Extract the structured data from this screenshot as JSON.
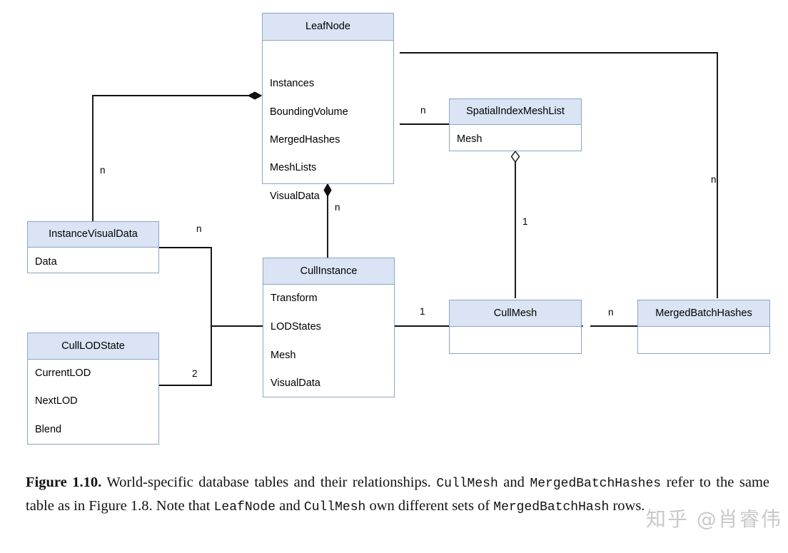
{
  "figure": {
    "diagram_type": "uml-class-diagram",
    "colors": {
      "box_header_fill": "#dae4f4",
      "box_border": "#8ca5c4",
      "box_body_fill": "#ffffff",
      "connector": "#000000",
      "watermark": "#c9c9c9"
    },
    "boxes": [
      {
        "id": "leafnode",
        "title": "LeafNode",
        "fields": [
          "Instances",
          "BoundingVolume",
          "MergedHashes",
          "MeshLists",
          "VisualData"
        ]
      },
      {
        "id": "spatialindexmeshlist",
        "title": "SpatialIndexMeshList",
        "fields": [
          "Mesh"
        ]
      },
      {
        "id": "instancevisualdata",
        "title": "InstanceVisualData",
        "fields": [
          "Data"
        ]
      },
      {
        "id": "cullinstance",
        "title": "CullInstance",
        "fields": [
          "Transform",
          "LODStates",
          "Mesh",
          "VisualData"
        ]
      },
      {
        "id": "culllodstate",
        "title": "CullLODState",
        "fields": [
          "CurrentLOD",
          "NextLOD",
          "Blend"
        ]
      },
      {
        "id": "cullmesh",
        "title": "CullMesh",
        "fields": []
      },
      {
        "id": "mergedbatchhashes",
        "title": "MergedBatchHashes",
        "fields": []
      }
    ],
    "edges": [
      {
        "id": "instancevisualdata-leafnode",
        "from": "InstanceVisualData",
        "to": "LeafNode",
        "multiplicity": "n",
        "end_marker": "filled-diamond"
      },
      {
        "id": "cullinstance-leafnode",
        "from": "CullInstance",
        "to": "LeafNode",
        "multiplicity": "n",
        "end_marker": "filled-diamond"
      },
      {
        "id": "spatialindexmeshlist-leafnode",
        "from": "SpatialIndexMeshList",
        "to": "LeafNode",
        "multiplicity": "n",
        "end_marker": "filled-diamond"
      },
      {
        "id": "mergedbatchhashes-leafnode",
        "from": "MergedBatchHashes",
        "to": "LeafNode",
        "multiplicity": "n",
        "end_marker": "filled-diamond"
      },
      {
        "id": "cullmesh-spatialindexmeshlist",
        "from": "CullMesh",
        "to": "SpatialIndexMeshList",
        "multiplicity": "1",
        "end_marker": "hollow-diamond"
      },
      {
        "id": "cullinstance-cullmesh",
        "from": "CullInstance",
        "to": "CullMesh",
        "multiplicity": "1",
        "end_marker": "none"
      },
      {
        "id": "mergedbatchhashes-cullmesh",
        "from": "MergedBatchHashes",
        "to": "CullMesh",
        "multiplicity": "n",
        "end_marker": "filled-diamond"
      },
      {
        "id": "instancevisualdata-cullinstance",
        "from": "InstanceVisualData",
        "to": "CullInstance",
        "multiplicity": "n",
        "end_marker": "none"
      },
      {
        "id": "culllodstate-cullinstance",
        "from": "CullLODState",
        "to": "CullInstance",
        "multiplicity": "2",
        "end_marker": "none"
      }
    ],
    "edge_labels": {
      "instancevisualdata_leafnode": "n",
      "cullinstance_leafnode": "n",
      "spatialindexmeshlist_leafnode": "n",
      "mergedbatchhashes_leafnode": "n",
      "instancevisualdata_cullinstance": "n",
      "culllodstate_cullinstance": "2",
      "cullmesh_spatialindexmeshlist": "1",
      "cullinstance_cullmesh": "1",
      "mergedbatchhashes_cullmesh": "n"
    }
  },
  "caption": {
    "label": "Figure 1.10.",
    "seg1": "World-specific database tables and their relationships.",
    "mono1": "CullMesh",
    "seg2": "and",
    "mono2": "MergedBatchHashes",
    "seg3": "refer to the same table as in Figure 1.8. Note that",
    "mono3": "LeafNode",
    "seg4": "and",
    "mono4": "CullMesh",
    "seg5": "own different sets of",
    "mono5": "MergedBatchHash",
    "seg6": "rows."
  },
  "watermark": {
    "text": "知乎 @肖睿伟"
  }
}
